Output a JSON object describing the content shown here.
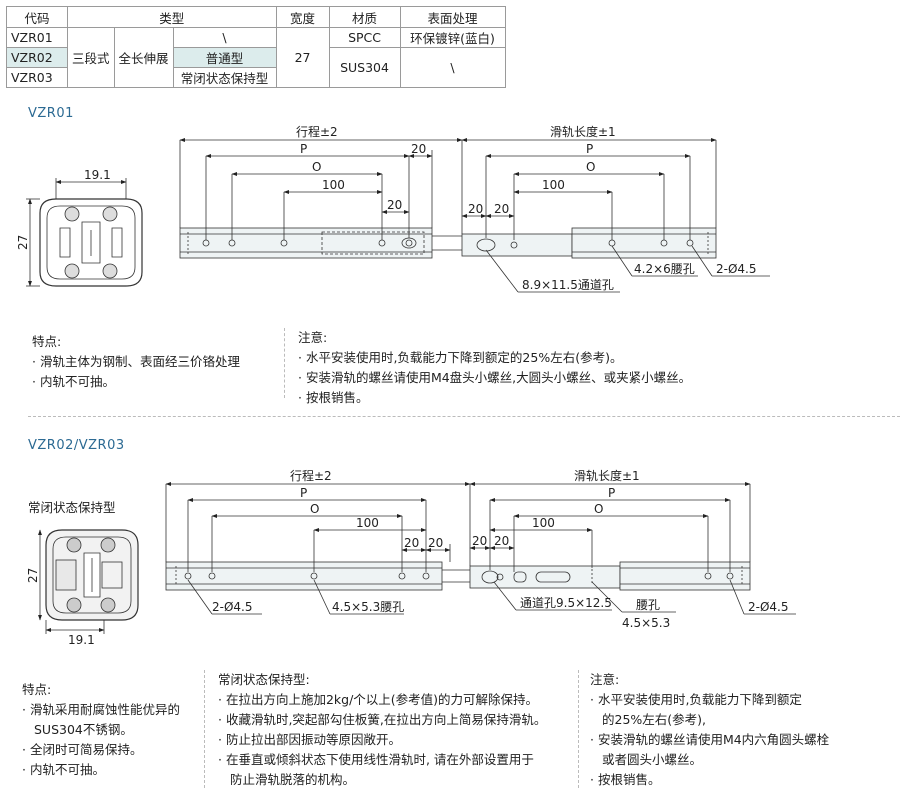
{
  "table": {
    "headers": {
      "code": "代码",
      "type": "类型",
      "width": "宽度",
      "material": "材质",
      "surface": "表面处理"
    },
    "codes": [
      "VZR01",
      "VZR02",
      "VZR03"
    ],
    "type_stage": "三段式",
    "type_extension": "全长伸展",
    "type_r1": "\\",
    "type_r2": "普通型",
    "type_r3": "常闭状态保持型",
    "width": "27",
    "material_r1": "SPCC",
    "material_r23": "SUS304",
    "surface_r1": "环保镀锌(蓝白)",
    "surface_r23": "\\"
  },
  "s1": {
    "title": "VZR01",
    "dims": {
      "w": "19.1",
      "h": "27",
      "stroke": "行程±2",
      "length": "滑轨长度±1",
      "p": "P",
      "o": "O",
      "d100": "100",
      "d20": "20"
    },
    "callouts": {
      "slot": "4.2×6腰孔",
      "holes": "2-Ø4.5",
      "pass": "8.9×11.5通道孔"
    },
    "features": {
      "title": "特点:",
      "items": [
        "· 滑轨主体为钢制、表面经三价铬处理",
        "· 内轨不可抽。"
      ]
    },
    "notes": {
      "title": "注意:",
      "items": [
        "· 水平安装使用时,负载能力下降到额定的25%左右(参考)。",
        "· 安装滑轨的螺丝请使用M4盘头小螺丝,大圆头小螺丝、或夹紧小螺丝。",
        "· 按根销售。"
      ]
    }
  },
  "s2": {
    "title": "VZR02/VZR03",
    "profile_label": "常闭状态保持型",
    "dims": {
      "w": "19.1",
      "h": "27",
      "stroke": "行程±2",
      "length": "滑轨长度±1",
      "p": "P",
      "o": "O",
      "d100": "100",
      "d20": "20"
    },
    "callouts": {
      "holes": "2-Ø4.5",
      "slot": "4.5×5.3腰孔",
      "pass": "通道孔9.5×12.5",
      "slot2a": "腰孔",
      "slot2b": "4.5×5.3"
    },
    "features": {
      "title": "特点:",
      "items": [
        "· 滑轨采用耐腐蚀性能优异的",
        "SUS304不锈钢。",
        "· 全闭时可简易保持。",
        "· 内轨不可抽。"
      ]
    },
    "keep": {
      "title": "常闭状态保持型:",
      "items": [
        "· 在拉出方向上施加2kg/个以上(参考值)的力可解除保持。",
        "· 收藏滑轨时,突起部勾住板簧,在拉出方向上简易保持滑轨。",
        "· 防止拉出部因振动等原因敞开。",
        "· 在垂直或倾斜状态下使用线性滑轨时, 请在外部设置用于",
        "防止滑轨脱落的机构。"
      ]
    },
    "notes": {
      "title": "注意:",
      "items": [
        "· 水平安装使用时,负载能力下降到额定",
        "的25%左右(参考),",
        "· 安装滑轨的螺丝请使用M4内六角圆头螺栓",
        "或者圆头小螺丝。",
        "· 按根销售。"
      ]
    }
  }
}
